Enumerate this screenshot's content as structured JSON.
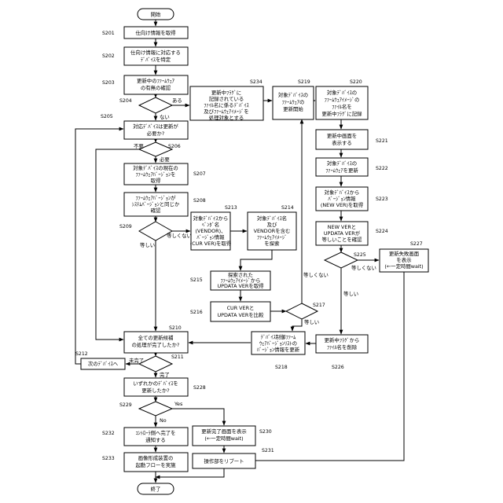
{
  "start": "開始",
  "end": "終了",
  "nodes": {
    "S201": {
      "label": "S201",
      "text": [
        "仕向け情報を取得"
      ]
    },
    "S202": {
      "label": "S202",
      "text": [
        "仕向け情報に対応する",
        "ﾃﾞﾊﾞｲｽを特定"
      ]
    },
    "S203": {
      "label": "S203",
      "text": [
        "更新中のﾌｧｰﾑｳｪｱ",
        "の有無の確認"
      ]
    },
    "S204": {
      "label": "S204",
      "yes": "ある",
      "no": "ない"
    },
    "S205": {
      "label": "S205",
      "text": [
        "対応ﾃﾞﾊﾞｲｽは更新が",
        "必要か?"
      ],
      "no": "不要",
      "yes": "必要"
    },
    "S206": {
      "label": "S206"
    },
    "S207": {
      "label": "S207",
      "text": [
        "対象ﾃﾞﾊﾞｲｽの現在の",
        "ﾌｧｰﾑｳｪｱﾊﾞｰｼﾞｮﾝを",
        "取得"
      ]
    },
    "S208": {
      "label": "S208",
      "text": [
        "ﾌｧｰﾑｳｪｱﾊﾞｰｼﾞｮﾝが",
        "ｼｽﾃﾑﾊﾞｰｼﾞｮﾝと同じか",
        "確認"
      ]
    },
    "S209": {
      "label": "S209",
      "no": "等しくない",
      "yes": "等しい"
    },
    "S210": {
      "label": "S210",
      "text": [
        "全ての更新候補",
        "の処理が完了したか?"
      ],
      "no": "未完了",
      "yes": "完了"
    },
    "S211": {
      "label": "S211"
    },
    "S212": {
      "label": "S212",
      "text": [
        "次のﾃﾞﾊﾞｲｽへ"
      ]
    },
    "S213": {
      "label": "S213",
      "text": [
        "対象ﾃﾞﾊﾞｲｽから",
        "ﾍﾞﾝﾀﾞ名",
        "(VENDOR)、",
        "ﾊﾞｰｼﾞｮﾝ情報",
        "(CUR VER)を取得"
      ]
    },
    "S214": {
      "label": "S214",
      "text": [
        "対象ﾃﾞﾊﾞｲｽ名",
        "及び",
        "VENDORを含む",
        "ﾌｧｰﾑｳｪｱｲﾒｰｼﾞ",
        "を探索"
      ]
    },
    "S215": {
      "label": "S215",
      "text": [
        "探索された",
        "ﾌｧｰﾑｳｪｱｲﾒｰｼﾞから",
        "UPDATA VERを取得"
      ]
    },
    "S216": {
      "label": "S216",
      "text": [
        "CUR VERと",
        "UPDATA VERを比較"
      ]
    },
    "S217": {
      "label": "S217",
      "no": "等しくない",
      "yes": "等しい"
    },
    "S218": {
      "label": "S218",
      "text": [
        "ﾃﾞﾊﾞｲｽ制御ﾌｧｰﾑ",
        "ｳｪｱﾊﾞｰｼﾞｮﾝﾘｽﾄの",
        "ﾊﾞｰｼﾞｮﾝ情報を更新"
      ]
    },
    "S219": {
      "label": "S219",
      "text": [
        "対象ﾃﾞﾊﾞｲｽの",
        "ﾌｧｰﾑｳｪｱの",
        "更新開始"
      ]
    },
    "S220": {
      "label": "S220",
      "text": [
        "対象ﾃﾞﾊﾞｲｽの",
        "ﾌｧｰﾑｳｪｱｲﾒｰｼﾞの",
        "ﾌｧｲﾙ名を",
        "更新中ﾌﾗｸﾞに記録"
      ]
    },
    "S221": {
      "label": "S221",
      "text": [
        "更新中画面を",
        "表示する"
      ]
    },
    "S222": {
      "label": "S222",
      "text": [
        "対象ﾃﾞﾊﾞｲｽの",
        "ﾌｧｰﾑｳｪｱを更新"
      ]
    },
    "S223": {
      "label": "S223",
      "text": [
        "対象ﾃﾞﾊﾞｲｽから",
        "ﾊﾞｰｼﾞｮﾝ情報",
        "(NEW VER)を取得"
      ]
    },
    "S224": {
      "label": "S224",
      "text": [
        "NEW VERと",
        "UPDATA VERが",
        "等しいことを確認"
      ]
    },
    "S225": {
      "label": "S225",
      "no": "等しくない",
      "yes": "等しい"
    },
    "S226": {
      "label": "S226",
      "text": [
        "更新中ﾌﾗｸﾞから",
        "ﾌｧｲﾙ名を削除"
      ]
    },
    "S227": {
      "label": "S227",
      "text": [
        "更新失敗画面",
        "を表示",
        "(←一定時間wait)"
      ]
    },
    "S228": {
      "label": "S228",
      "text": [
        "いずれかのﾃﾞﾊﾞｲｽを",
        "更新したか?"
      ]
    },
    "S229": {
      "label": "S229",
      "no": "No",
      "yes": "Yes"
    },
    "S230": {
      "label": "S230",
      "text": [
        "更新完了画面を表示",
        "(←一定時間wait)"
      ]
    },
    "S231": {
      "label": "S231",
      "text": [
        "操作部をリブート"
      ]
    },
    "S232": {
      "label": "S232",
      "text": [
        "ｺﾝﾄﾛｰﾗ側へ完了を",
        "通知する"
      ]
    },
    "S233": {
      "label": "S233",
      "text": [
        "画像形成装置の",
        "起動フローを実施"
      ]
    },
    "S234": {
      "label": "S234",
      "text": [
        "更新中ﾌﾗｸﾞに",
        "記録されている",
        "ﾌｧｲﾙ名に係るﾃﾞﾊﾞｲｽ",
        "及びﾌｧｰﾑｳｪｱｲﾒｰｼﾞを",
        "処理対象とする"
      ]
    }
  }
}
